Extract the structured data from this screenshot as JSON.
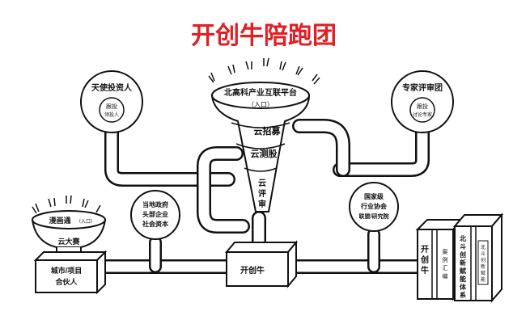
{
  "title": "开创牛陪跑团",
  "funnel": {
    "platform_name": "北高科产业互联平台",
    "entry": "（入口）",
    "stage_1": "云招募",
    "stage_2": "云测股",
    "stage_3": [
      "云",
      "评",
      "审"
    ]
  },
  "tianshi_circle": {
    "title": "天使投资人",
    "inner": [
      "跟投",
      "领投人"
    ]
  },
  "expert_circle": {
    "title": "专家评审团",
    "inner": [
      "跟投",
      "讨论专家"
    ]
  },
  "left_bowl": {
    "name": "漫画通",
    "entry": "（入口）",
    "base_label": "云大赛"
  },
  "city_box": [
    "城市/项目",
    "合伙人"
  ],
  "investors_circle": [
    "当地政府",
    "头部企业",
    "社会资本"
  ],
  "national_circle": [
    "国家级",
    "行业协会",
    "联盟/研究院"
  ],
  "kcn_box": "开创牛",
  "book_left": {
    "spine": [
      "开",
      "创",
      "牛"
    ],
    "side": [
      "案",
      "例",
      "汇",
      "编"
    ]
  },
  "book_right": {
    "spine": [
      "北",
      "斗",
      "创",
      "新",
      "赋",
      "能",
      "体",
      "系"
    ],
    "side": [
      "北",
      "斗",
      "创",
      "新",
      "赋",
      "能"
    ]
  },
  "colors": {
    "title": "#e11e23",
    "line": "#111111",
    "fill": "#ffffff"
  }
}
